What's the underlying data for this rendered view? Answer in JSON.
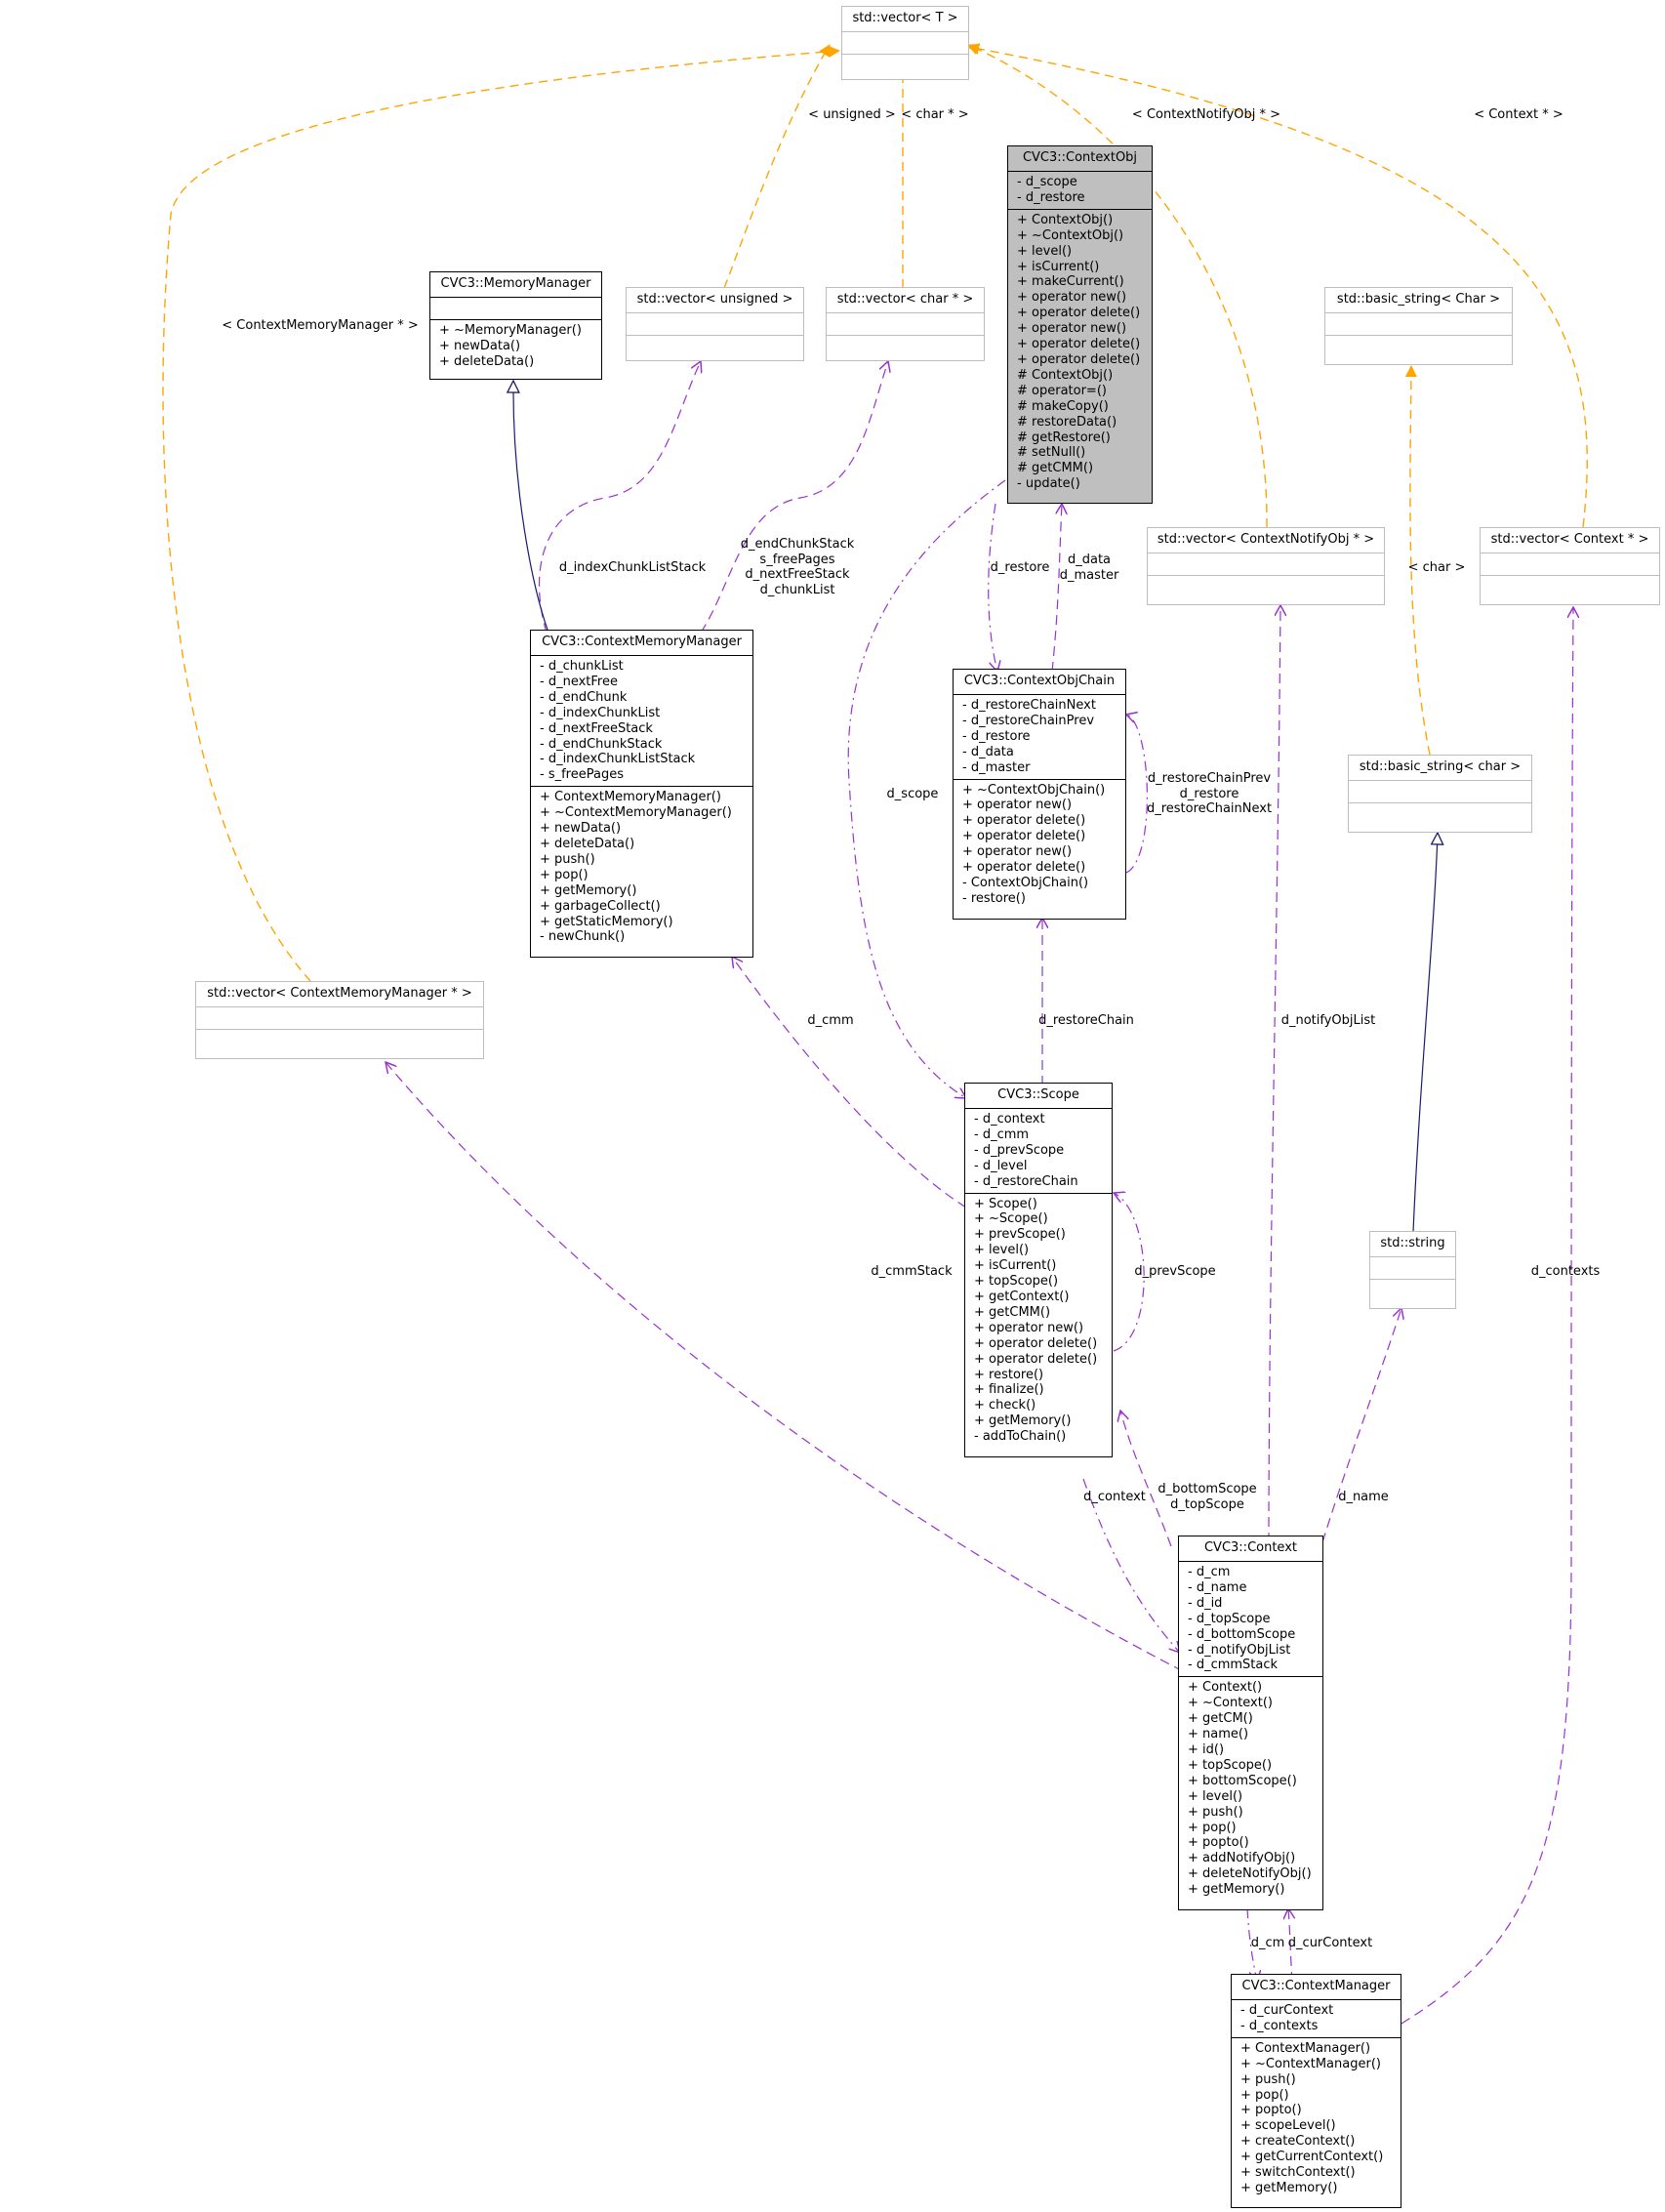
{
  "classes": {
    "vecT": {
      "title": "std::vector< T >",
      "attrs": [],
      "methods": []
    },
    "vecUnsigned": {
      "title": "std::vector< unsigned >",
      "attrs": [],
      "methods": []
    },
    "vecCharPtr": {
      "title": "std::vector< char * >",
      "attrs": [],
      "methods": []
    },
    "basicStringTmpl": {
      "title": "std::basic_string< Char >",
      "attrs": [],
      "methods": []
    },
    "memoryManager": {
      "title": "CVC3::MemoryManager",
      "attrs": [],
      "methods": [
        "+ ~MemoryManager()",
        "+ newData()",
        "+ deleteData()"
      ]
    },
    "contextObj": {
      "title": "CVC3::ContextObj",
      "attrs": [
        "- d_scope",
        "- d_restore"
      ],
      "methods": [
        "+ ContextObj()",
        "+ ~ContextObj()",
        "+ level()",
        "+ isCurrent()",
        "+ makeCurrent()",
        "+ operator new()",
        "+ operator delete()",
        "+ operator new()",
        "+ operator delete()",
        "+ operator delete()",
        "# ContextObj()",
        "# operator=()",
        "# makeCopy()",
        "# restoreData()",
        "# getRestore()",
        "# setNull()",
        "# getCMM()",
        "- update()"
      ]
    },
    "vecNotifyObj": {
      "title": "std::vector< ContextNotifyObj * >",
      "attrs": [],
      "methods": []
    },
    "vecContext": {
      "title": "std::vector< Context * >",
      "attrs": [],
      "methods": []
    },
    "contextMemoryManager": {
      "title": "CVC3::ContextMemoryManager",
      "attrs": [
        "- d_chunkList",
        "- d_nextFree",
        "- d_endChunk",
        "- d_indexChunkList",
        "- d_nextFreeStack",
        "- d_endChunkStack",
        "- d_indexChunkListStack",
        "- s_freePages"
      ],
      "methods": [
        "+ ContextMemoryManager()",
        "+ ~ContextMemoryManager()",
        "+ newData()",
        "+ deleteData()",
        "+ push()",
        "+ pop()",
        "+ getMemory()",
        "+ garbageCollect()",
        "+ getStaticMemory()",
        "- newChunk()"
      ]
    },
    "contextObjChain": {
      "title": "CVC3::ContextObjChain",
      "attrs": [
        "- d_restoreChainNext",
        "- d_restoreChainPrev",
        "- d_restore",
        "- d_data",
        "- d_master"
      ],
      "methods": [
        "+ ~ContextObjChain()",
        "+ operator new()",
        "+ operator delete()",
        "+ operator delete()",
        "+ operator new()",
        "+ operator delete()",
        "- ContextObjChain()",
        "- restore()"
      ]
    },
    "basicStringChar": {
      "title": "std::basic_string< char >",
      "attrs": [],
      "methods": []
    },
    "vecCmm": {
      "title": "std::vector< ContextMemoryManager * >",
      "attrs": [],
      "methods": []
    },
    "scope": {
      "title": "CVC3::Scope",
      "attrs": [
        "- d_context",
        "- d_cmm",
        "- d_prevScope",
        "- d_level",
        "- d_restoreChain"
      ],
      "methods": [
        "+ Scope()",
        "+ ~Scope()",
        "+ prevScope()",
        "+ level()",
        "+ isCurrent()",
        "+ topScope()",
        "+ getContext()",
        "+ getCMM()",
        "+ operator new()",
        "+ operator delete()",
        "+ operator delete()",
        "+ restore()",
        "+ finalize()",
        "+ check()",
        "+ getMemory()",
        "- addToChain()"
      ]
    },
    "stdString": {
      "title": "std::string",
      "attrs": [],
      "methods": []
    },
    "context": {
      "title": "CVC3::Context",
      "attrs": [
        "- d_cm",
        "- d_name",
        "- d_id",
        "- d_topScope",
        "- d_bottomScope",
        "- d_notifyObjList",
        "- d_cmmStack"
      ],
      "methods": [
        "+ Context()",
        "+ ~Context()",
        "+ getCM()",
        "+ name()",
        "+ id()",
        "+ topScope()",
        "+ bottomScope()",
        "+ level()",
        "+ push()",
        "+ pop()",
        "+ popto()",
        "+ addNotifyObj()",
        "+ deleteNotifyObj()",
        "+ getMemory()"
      ]
    },
    "contextManager": {
      "title": "CVC3::ContextManager",
      "attrs": [
        "- d_curContext",
        "- d_contexts"
      ],
      "methods": [
        "+ ContextManager()",
        "+ ~ContextManager()",
        "+ push()",
        "+ pop()",
        "+ popto()",
        "+ scopeLevel()",
        "+ createContext()",
        "+ getCurrentContext()",
        "+ switchContext()",
        "+ getMemory()"
      ]
    }
  },
  "labels": {
    "unsigned": [
      "< unsigned >"
    ],
    "charPtr": [
      "< char * >"
    ],
    "notifyObjPtr": [
      "< ContextNotifyObj * >"
    ],
    "contextPtr": [
      "< Context * >"
    ],
    "cmmPtr": [
      "< ContextMemoryManager * >"
    ],
    "charTmpl": [
      "< char >"
    ],
    "indexChunkListStack": [
      "d_indexChunkListStack"
    ],
    "cmmStacks": [
      "d_endChunkStack",
      "s_freePages",
      "d_nextFreeStack",
      "d_chunkList"
    ],
    "restore": [
      "d_restore"
    ],
    "dataMaster": [
      "d_data",
      "d_master"
    ],
    "restoreChain3": [
      "d_restoreChainPrev",
      "d_restore",
      "d_restoreChainNext"
    ],
    "scope": [
      "d_scope"
    ],
    "cmm": [
      "d_cmm"
    ],
    "restoreChain": [
      "d_restoreChain"
    ],
    "notifyObjList": [
      "d_notifyObjList"
    ],
    "cmmStack": [
      "d_cmmStack"
    ],
    "prevScope": [
      "d_prevScope"
    ],
    "contexts": [
      "d_contexts"
    ],
    "context": [
      "d_context"
    ],
    "bottomTop": [
      "d_bottomScope",
      "d_topScope"
    ],
    "name": [
      "d_name"
    ],
    "cm": [
      "d_cm"
    ],
    "curContext": [
      "d_curContext"
    ]
  },
  "colors": {
    "template": "#ffa500",
    "usage": "#9a32cd",
    "inherit": "#191970",
    "focusFill": "#bfbfbf",
    "externalBorder": "#bdbdbd"
  }
}
